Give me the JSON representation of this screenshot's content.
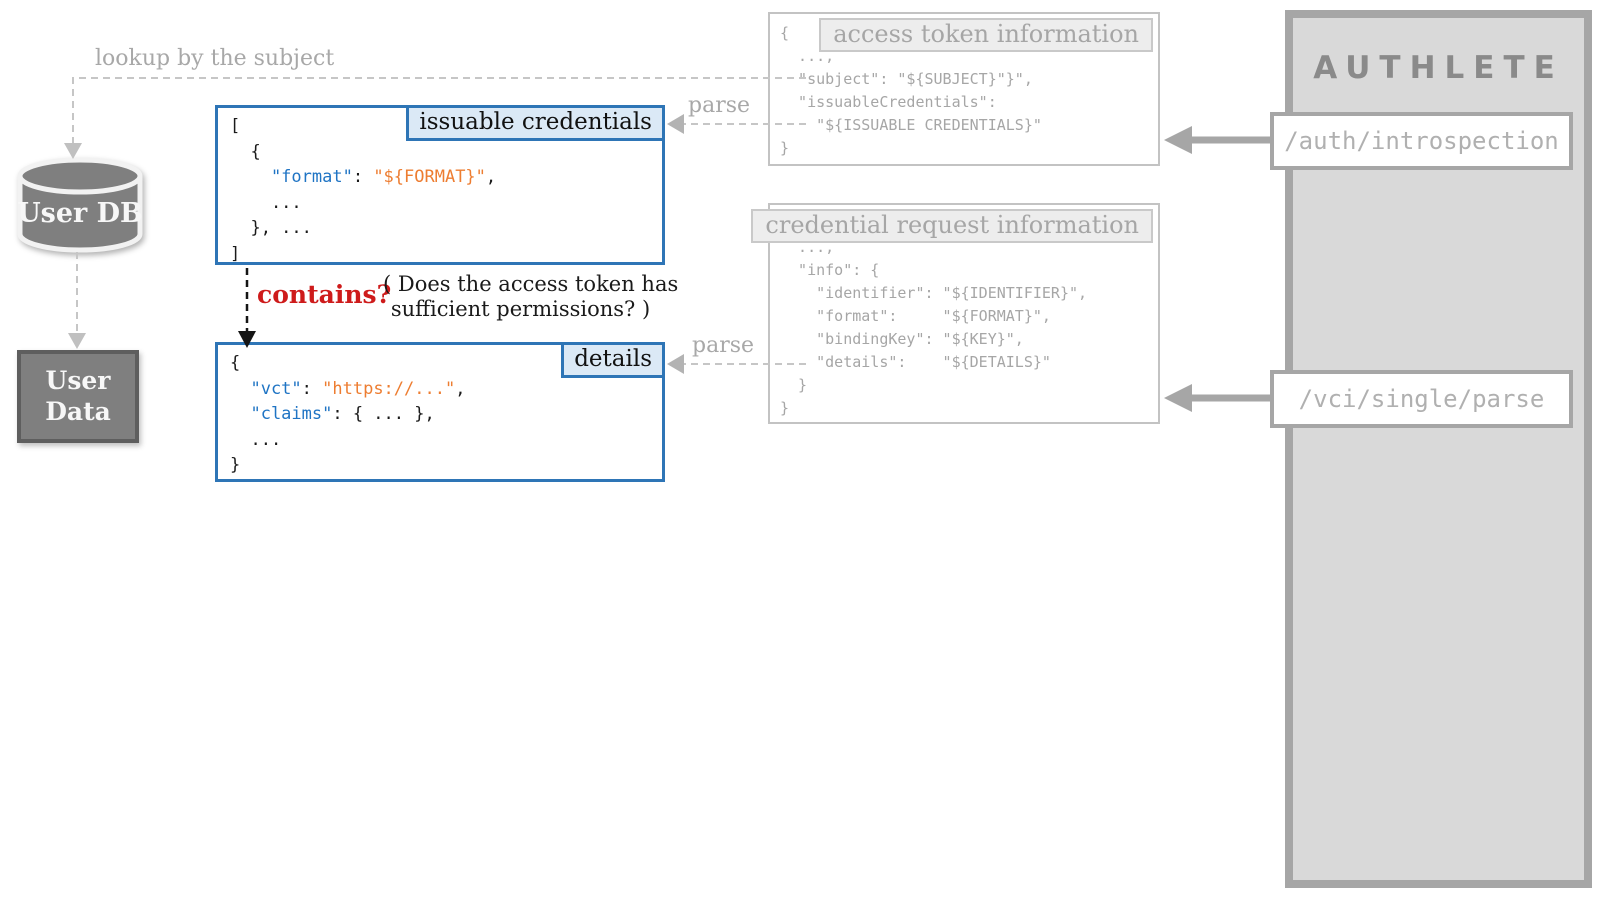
{
  "left": {
    "lookup_label": "lookup by the subject",
    "user_db_label": "User DB",
    "user_data_line1": "User",
    "user_data_line2": "Data"
  },
  "issuable_box": {
    "label": "issuable credentials",
    "code": [
      [
        {
          "c": "k",
          "t": "["
        }
      ],
      [
        {
          "c": "k",
          "t": "  {"
        }
      ],
      [
        {
          "c": "b",
          "t": "    \"format\""
        },
        {
          "c": "k",
          "t": ": "
        },
        {
          "c": "o",
          "t": "\"${FORMAT}\""
        },
        {
          "c": "k",
          "t": ","
        }
      ],
      [
        {
          "c": "k",
          "t": "    ..."
        }
      ],
      [
        {
          "c": "k",
          "t": "  }, ..."
        }
      ],
      [
        {
          "c": "k",
          "t": "]"
        }
      ]
    ]
  },
  "details_box": {
    "label": "details",
    "code": [
      [
        {
          "c": "k",
          "t": "{"
        }
      ],
      [
        {
          "c": "b",
          "t": "  \"vct\""
        },
        {
          "c": "k",
          "t": ": "
        },
        {
          "c": "o",
          "t": "\"https://...\""
        },
        {
          "c": "k",
          "t": ","
        }
      ],
      [
        {
          "c": "b",
          "t": "  \"claims\""
        },
        {
          "c": "k",
          "t": ": { ... },"
        }
      ],
      [
        {
          "c": "k",
          "t": "  ..."
        }
      ],
      [
        {
          "c": "k",
          "t": "}"
        }
      ]
    ]
  },
  "contains": {
    "question": "contains?",
    "note_line1": "( Does the access token has",
    "note_line2": "sufficient permissions? )"
  },
  "parse_labels": {
    "top": "parse",
    "bottom": "parse"
  },
  "access_token_box": {
    "label": "access token information",
    "code": [
      [
        {
          "c": "g",
          "t": "{"
        }
      ],
      [
        {
          "c": "g",
          "t": "  ...,"
        }
      ],
      [
        {
          "c": "g",
          "t": "  \"subject\": \"${SUBJECT}\"}\","
        }
      ],
      [
        {
          "c": "g",
          "t": "  \"issuableCredentials\":"
        }
      ],
      [
        {
          "c": "g",
          "t": "    \"${ISSUABLE CREDENTIALS}\""
        }
      ],
      [
        {
          "c": "g",
          "t": "}"
        }
      ]
    ]
  },
  "credential_request_box": {
    "label": "credential request information",
    "code": [
      [
        {
          "c": "g",
          "t": "{"
        }
      ],
      [
        {
          "c": "g",
          "t": "  ...,"
        }
      ],
      [
        {
          "c": "g",
          "t": "  \"info\": {"
        }
      ],
      [
        {
          "c": "g",
          "t": "    \"identifier\": \"${IDENTIFIER}\","
        }
      ],
      [
        {
          "c": "g",
          "t": "    \"format\":     \"${FORMAT}\","
        }
      ],
      [
        {
          "c": "g",
          "t": "    \"bindingKey\": \"${KEY}\","
        }
      ],
      [
        {
          "c": "g",
          "t": "    \"details\":    \"${DETAILS}\""
        }
      ],
      [
        {
          "c": "g",
          "t": "  }"
        }
      ],
      [
        {
          "c": "g",
          "t": "}"
        }
      ]
    ]
  },
  "authlete": {
    "logo": "AUTHLETE",
    "endpoint_introspection": "/auth/introspection",
    "endpoint_vci_parse": "/vci/single/parse"
  },
  "colors": {
    "blue_border": "#2e75b6",
    "blue_label_bg": "#dbe9f6",
    "code_key_blue": "#1f74c4",
    "code_value_orange": "#ed7d31",
    "contains_red": "#ce1b1b",
    "gray_text": "#a6a6a6",
    "panel_bg": "#d9d9d9",
    "panel_border": "#a6a6a6",
    "shape_gray": "#7f7f7f"
  }
}
